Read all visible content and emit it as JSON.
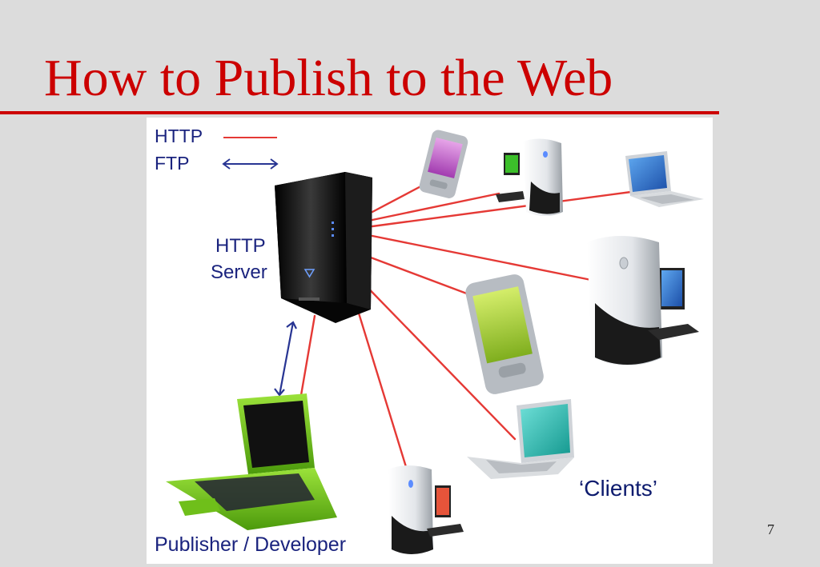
{
  "slide": {
    "title": "How to Publish to the Web",
    "page_number": "7",
    "title_color": "#cc0000",
    "background_color": "#dcdcdc"
  },
  "diagram": {
    "legend": {
      "http_label": "HTTP",
      "ftp_label": "FTP",
      "http_line_color": "#e53935",
      "ftp_arrow_color": "#283593"
    },
    "server": {
      "label_line1": "HTTP",
      "label_line2": "Server",
      "icon": "tower-server-icon"
    },
    "publisher": {
      "label": "Publisher / Developer",
      "icon": "green-laptop-icon"
    },
    "clients": {
      "label": "‘Clients’",
      "devices": [
        "pda-purple-icon",
        "desktop-tower-small-icon",
        "laptop-blue-icon",
        "desktop-tower-large-icon",
        "pda-green-icon",
        "laptop-silver-icon",
        "desktop-tower-bottom-icon"
      ]
    }
  }
}
